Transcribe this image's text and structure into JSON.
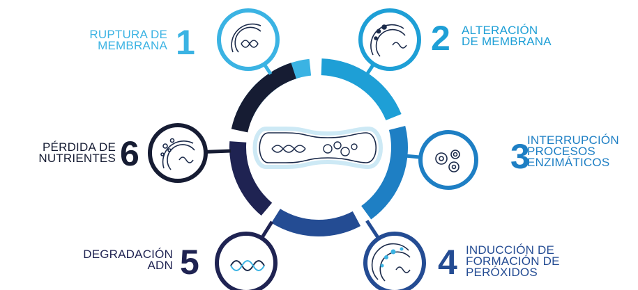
{
  "colors": {
    "step1": "#3bb3e3",
    "step2": "#1e9fd6",
    "step3": "#1e7fc4",
    "step4": "#244c93",
    "step5": "#1f2352",
    "step6": "#161c33",
    "cell_outline": "#a6d6ec",
    "icon_stroke": "#1b2a4a"
  },
  "steps": [
    {
      "number": "1",
      "label_lines": [
        "RUPTURA DE",
        "MEMBRANA"
      ],
      "icon": "dna-membrane-rupture-icon"
    },
    {
      "number": "2",
      "label_lines": [
        "ALTERACIÓN",
        "DE MEMBRANA"
      ],
      "icon": "membrane-alteration-icon"
    },
    {
      "number": "3",
      "label_lines": [
        "INTERRUPCIÓN",
        "PROCESOS",
        "ENZIMÁTICOS"
      ],
      "icon": "enzyme-cells-icon"
    },
    {
      "number": "4",
      "label_lines": [
        "INDUCCIÓN DE",
        "FORMACIÓN DE",
        "PERÓXIDOS"
      ],
      "icon": "peroxide-formation-icon"
    },
    {
      "number": "5",
      "label_lines": [
        "DEGRADACIÓN",
        "ADN"
      ],
      "icon": "dna-helix-icon"
    },
    {
      "number": "6",
      "label_lines": [
        "PÉRDIDA DE",
        "NUTRIENTES"
      ],
      "icon": "nutrient-loss-icon"
    }
  ],
  "center_icon": "bacterium-cell-icon"
}
